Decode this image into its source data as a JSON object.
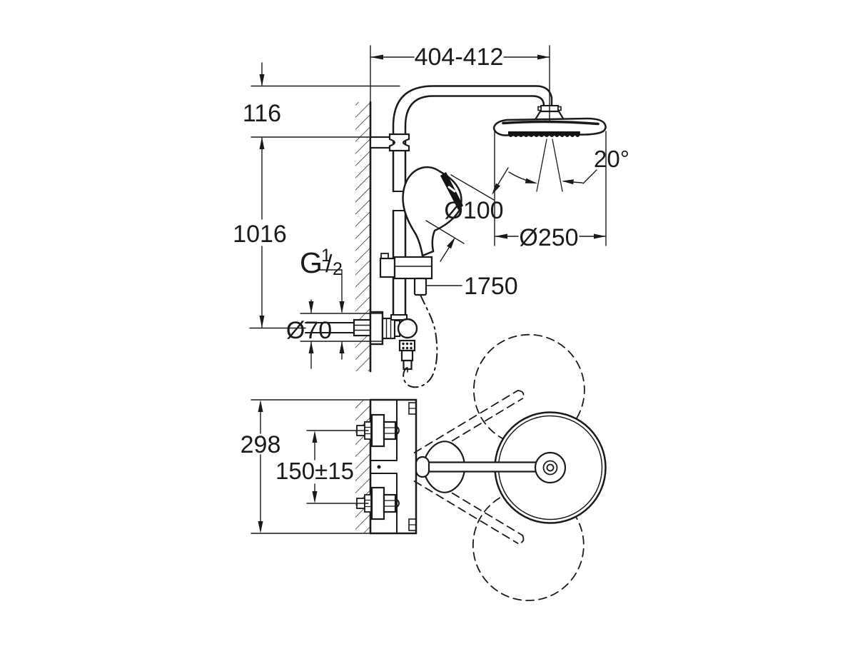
{
  "drawing": {
    "type": "technical-dimension-drawing",
    "subject": "wall-mounted shower system with head shower, hand shower and thermostat (front view and top view)",
    "colors": {
      "line": "#1a1a1a",
      "background": "#ffffff"
    },
    "dimensions": {
      "top_width": "404-412",
      "arm_offset": "116",
      "riser_height": "1016",
      "thread": {
        "g": "G",
        "numerator": "1",
        "slash": "/",
        "denominator": "2"
      },
      "escutcheon_diameter": "Ø70",
      "hand_shower_diameter": "Ø100",
      "head_shower_diameter": "Ø250",
      "spray_angle": "20°",
      "hose_length": "1750",
      "top_view_depth": "298",
      "inlet_spacing": "150±15"
    }
  }
}
